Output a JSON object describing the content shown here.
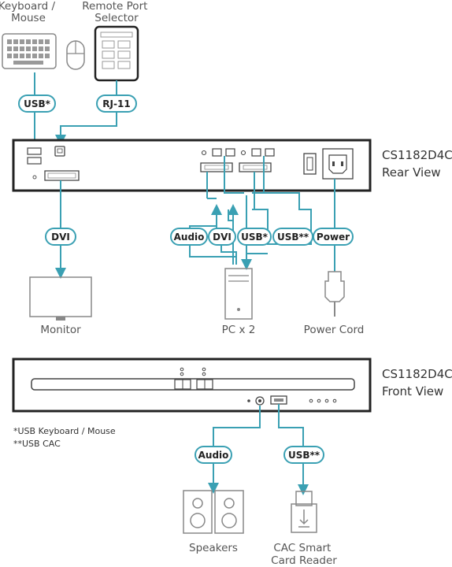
{
  "devices": {
    "keyboard_mouse": "Keyboard /\nMouse",
    "remote_port_selector": "Remote Port\nSelector",
    "monitor": "Monitor",
    "pc": "PC x 2",
    "power_cord": "Power Cord",
    "speakers": "Speakers",
    "cac_reader": "CAC Smart\nCard Reader"
  },
  "rear": {
    "model": "CS1182D4C",
    "view": "Rear View"
  },
  "front": {
    "model": "CS1182D4C",
    "view": "Front View"
  },
  "cables": {
    "usb_kb": "USB*",
    "rj11": "RJ-11",
    "dvi_monitor": "DVI",
    "audio_pc": "Audio",
    "dvi_pc": "DVI",
    "usb_pc": "USB*",
    "usb_cac_pc": "USB**",
    "power": "Power",
    "audio_front": "Audio",
    "usb_front": "USB**"
  },
  "notes": [
    "*USB Keyboard / Mouse",
    "**USB CAC"
  ],
  "colors": {
    "cable": "#3aa0b3",
    "device": "#888888",
    "outline": "#222222"
  }
}
